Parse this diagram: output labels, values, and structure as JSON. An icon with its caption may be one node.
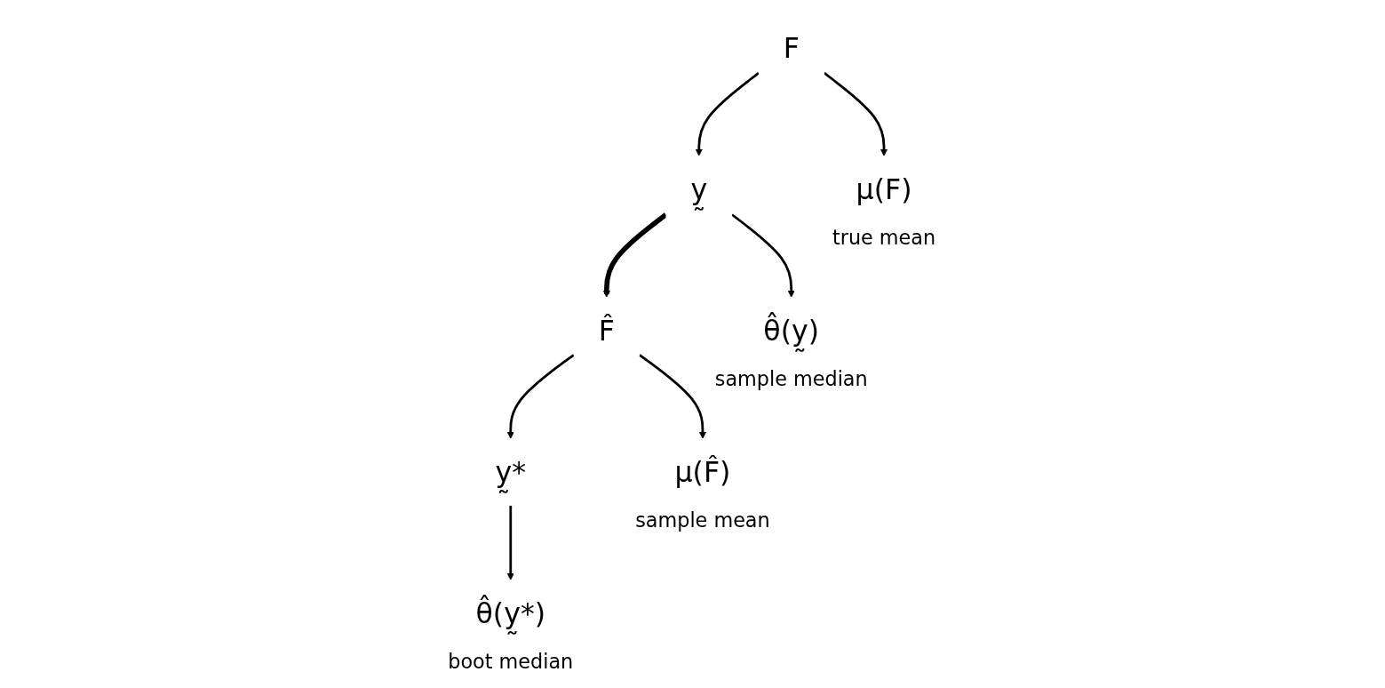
{
  "diagram": {
    "nodes": [
      {
        "text": [
          "F"
        ]
      },
      {
        "text": [
          "y̰"
        ]
      },
      {
        "text": [
          "F̂"
        ]
      },
      {
        "text": [
          "y̰*"
        ]
      },
      {
        "text": [
          "μ(F)"
        ],
        "beside": [
          "true mean"
        ]
      },
      {
        "text": [
          "θ̂(y̰)"
        ],
        "beside": [
          "sample median"
        ]
      },
      {
        "text": [
          "μ(F̂)"
        ],
        "beside": [
          "sample mean"
        ]
      },
      {
        "text": [
          "θ̂(y̰*)"
        ],
        "beside": [
          "boot median"
        ]
      }
    ],
    "edges": [
      {
        "from": 0,
        "to": 1,
        "arrow": "to"
      },
      {
        "from": 1,
        "to": 2,
        "arrow": "to",
        "style": "thick"
      },
      {
        "from": 2,
        "to": 3,
        "arrow": "to"
      },
      {
        "from": 0,
        "to": 4,
        "arrow": "to"
      },
      {
        "from": 1,
        "to": 5,
        "arrow": "to"
      },
      {
        "from": 2,
        "to": 6,
        "arrow": "to"
      },
      {
        "from": 3,
        "to": 7,
        "arrow": "to"
      }
    ]
  }
}
